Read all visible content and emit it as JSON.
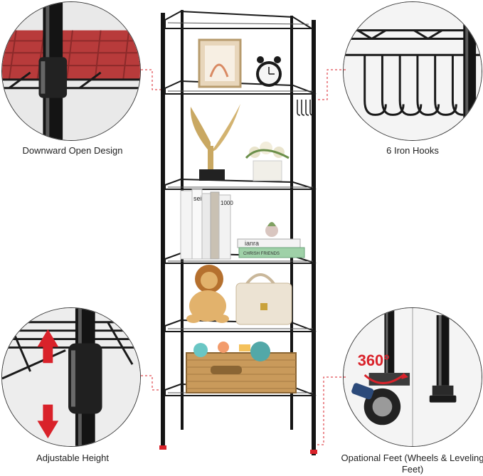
{
  "features": {
    "downward_open": {
      "label": "Downward Open Design",
      "icon": "shelf-corner-closeup"
    },
    "iron_hooks": {
      "label": "6 Iron Hooks",
      "icon": "hooks-closeup"
    },
    "adjustable_height": {
      "label": "Adjustable Height",
      "icon": "pole-clip-closeup"
    },
    "optional_feet": {
      "label": "Opational Feet (Wheels & Leveling Feet)",
      "badge": "360°",
      "icon": "wheel-closeup"
    }
  },
  "books": {
    "spine_1": "sei",
    "spine_2": "1000",
    "top_book": "ianra",
    "bottom_book": "CHRISH FRIENDS"
  },
  "colors": {
    "frame": "#1a1a1a",
    "accent_red": "#d9222a",
    "dashed_leader": "#d9222a",
    "basket": "#c99a5b"
  }
}
